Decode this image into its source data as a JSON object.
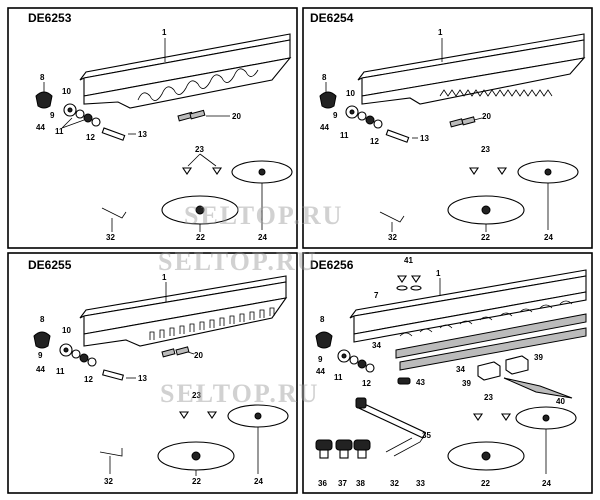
{
  "panels": [
    {
      "title": "DE6253"
    },
    {
      "title": "DE6254"
    },
    {
      "title": "DE6255"
    },
    {
      "title": "DE6256"
    }
  ],
  "watermark": "SELTOP.RU",
  "labels": {
    "p1": [
      "1",
      "8",
      "10",
      "9",
      "44",
      "11",
      "12",
      "13",
      "20",
      "23",
      "32",
      "22",
      "24"
    ],
    "p2": [
      "1",
      "8",
      "10",
      "9",
      "44",
      "11",
      "12",
      "13",
      "20",
      "23",
      "32",
      "22",
      "24"
    ],
    "p3": [
      "1",
      "10",
      "8",
      "9",
      "44",
      "11",
      "12",
      "13",
      "20",
      "23",
      "32",
      "22",
      "24"
    ],
    "p4": [
      "41",
      "7",
      "1",
      "8",
      "9",
      "44",
      "11",
      "12",
      "43",
      "34",
      "34",
      "39",
      "39",
      "40",
      "23",
      "35",
      "36",
      "37",
      "38",
      "32",
      "33",
      "22",
      "24"
    ]
  }
}
